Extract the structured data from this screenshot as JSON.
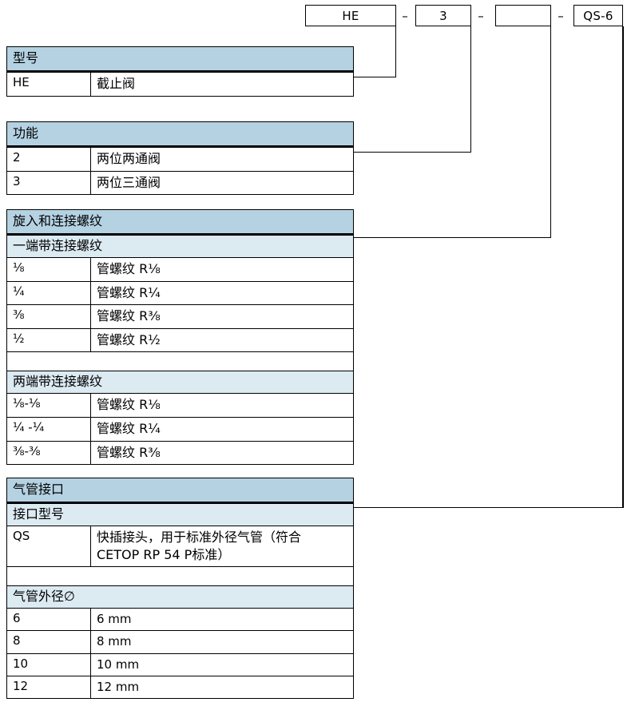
{
  "code_string": {
    "boxes": [
      {
        "name": "model",
        "value": "HE"
      },
      {
        "name": "function",
        "value": "3"
      },
      {
        "name": "thread",
        "value": ""
      },
      {
        "name": "air-connection",
        "value": "QS-6"
      }
    ],
    "separator": "–"
  },
  "tables": [
    {
      "id": "model",
      "header": "型号",
      "rows": [
        {
          "code": "HE",
          "desc": "截止阀"
        }
      ]
    },
    {
      "id": "function",
      "header": "功能",
      "rows": [
        {
          "code": "2",
          "desc": "两位两通阀"
        },
        {
          "code": "3",
          "desc": "两位三通阀"
        }
      ]
    },
    {
      "id": "thread",
      "header": "旋入和连接螺纹",
      "groups": [
        {
          "subheader": "一端带连接螺纹",
          "rows": [
            {
              "code": "⅛",
              "desc": "管螺纹 R⅛"
            },
            {
              "code": "¼",
              "desc": "管螺纹 R¼"
            },
            {
              "code": "⅜",
              "desc": "管螺纹 R⅜"
            },
            {
              "code": "½",
              "desc": "管螺纹 R½"
            }
          ]
        },
        {
          "subheader": "两端带连接螺纹",
          "rows": [
            {
              "code": "⅛-⅛",
              "desc": "管螺纹 R⅛"
            },
            {
              "code": "¼ -¼",
              "desc": "管螺纹 R¼"
            },
            {
              "code": "⅜-⅜",
              "desc": "管螺纹 R⅜"
            }
          ]
        }
      ]
    },
    {
      "id": "air-connection",
      "header": "气管接口",
      "groups": [
        {
          "subheader": "接口型号",
          "rows": [
            {
              "code": "QS",
              "desc": "快插接头，用于标准外径气管（符合 CETOP RP 54 P标准）"
            }
          ]
        },
        {
          "subheader": "气管外径∅",
          "rows": [
            {
              "code": "6",
              "desc": "6 mm"
            },
            {
              "code": "8",
              "desc": "8 mm"
            },
            {
              "code": "10",
              "desc": "10 mm"
            },
            {
              "code": "12",
              "desc": "12 mm"
            }
          ]
        }
      ]
    }
  ],
  "colors": {
    "header_main": "#b5d2e3",
    "header_sub": "#dceaf2",
    "line": "#000000",
    "background": "#ffffff"
  }
}
